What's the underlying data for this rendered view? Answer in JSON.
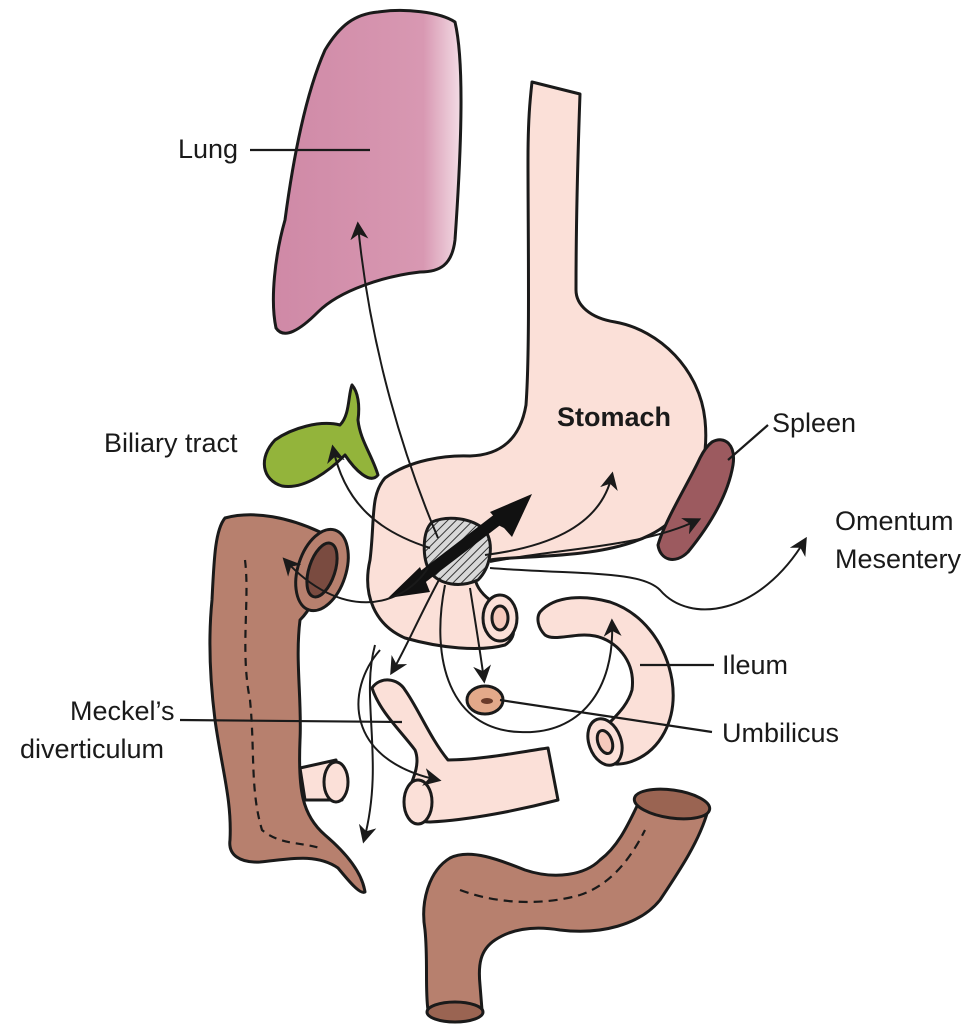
{
  "labels": {
    "lung": "Lung",
    "stomach": "Stomach",
    "biliary_tract": "Biliary tract",
    "spleen": "Spleen",
    "omentum": "Omentum",
    "mesentery": "Mesentery",
    "ileum": "Ileum",
    "meckels_line1": "Meckel’s",
    "meckels_line2": "diverticulum",
    "umbilicus": "Umbilicus"
  },
  "colors": {
    "lung": "#d48fab",
    "stomach": "#fbe0d8",
    "gallbladder": "#93b43b",
    "spleen": "#9c5a5f",
    "colon": "#b7806e",
    "umbilicus": "#e3a98a",
    "outline": "#1a1a1a"
  }
}
